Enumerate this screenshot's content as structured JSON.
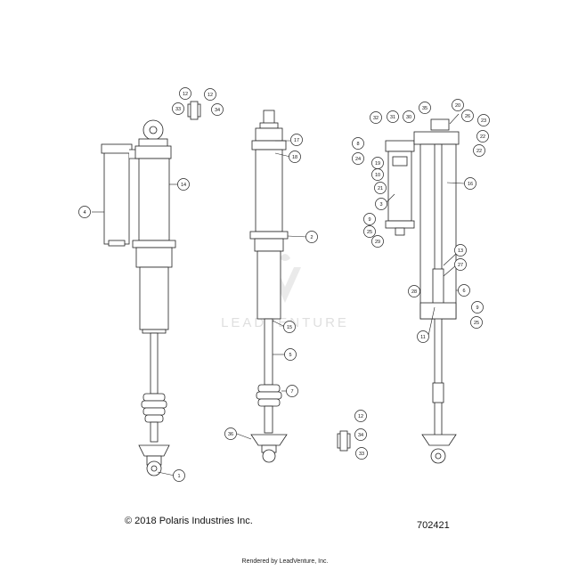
{
  "copyright": "© 2018 Polaris Industries Inc.",
  "diagram_number": "702421",
  "rendered_by": "Rendered by LeadVenture, Inc.",
  "watermark": "LEADVENTURE",
  "callouts": [
    {
      "id": "c1",
      "label": "1"
    },
    {
      "id": "c4",
      "label": "4"
    },
    {
      "id": "c14",
      "label": "14"
    },
    {
      "id": "c12a",
      "label": "12"
    },
    {
      "id": "c12b",
      "label": "12"
    },
    {
      "id": "c33a",
      "label": "33"
    },
    {
      "id": "c34a",
      "label": "34"
    },
    {
      "id": "c17",
      "label": "17"
    },
    {
      "id": "c18",
      "label": "18"
    },
    {
      "id": "c2",
      "label": "2"
    },
    {
      "id": "c15",
      "label": "15"
    },
    {
      "id": "c5",
      "label": "5"
    },
    {
      "id": "c7",
      "label": "7"
    },
    {
      "id": "c36",
      "label": "36"
    },
    {
      "id": "c12c",
      "label": "12"
    },
    {
      "id": "c34b",
      "label": "34"
    },
    {
      "id": "c33b",
      "label": "33"
    },
    {
      "id": "c32",
      "label": "32"
    },
    {
      "id": "c31",
      "label": "31"
    },
    {
      "id": "c30",
      "label": "30"
    },
    {
      "id": "c35",
      "label": "35"
    },
    {
      "id": "c20",
      "label": "20"
    },
    {
      "id": "c26",
      "label": "26"
    },
    {
      "id": "c23",
      "label": "23"
    },
    {
      "id": "c22a",
      "label": "22"
    },
    {
      "id": "c22b",
      "label": "22"
    },
    {
      "id": "c8a",
      "label": "8"
    },
    {
      "id": "c24",
      "label": "24"
    },
    {
      "id": "c19",
      "label": "19"
    },
    {
      "id": "c10",
      "label": "10"
    },
    {
      "id": "c21",
      "label": "21"
    },
    {
      "id": "c16",
      "label": "16"
    },
    {
      "id": "c3",
      "label": "3"
    },
    {
      "id": "c9a",
      "label": "9"
    },
    {
      "id": "c25a",
      "label": "25"
    },
    {
      "id": "c29",
      "label": "29"
    },
    {
      "id": "c13",
      "label": "13"
    },
    {
      "id": "c27",
      "label": "27"
    },
    {
      "id": "c28",
      "label": "28"
    },
    {
      "id": "c6",
      "label": "6"
    },
    {
      "id": "c9b",
      "label": "9"
    },
    {
      "id": "c11",
      "label": "11"
    },
    {
      "id": "c25b",
      "label": "25"
    }
  ]
}
